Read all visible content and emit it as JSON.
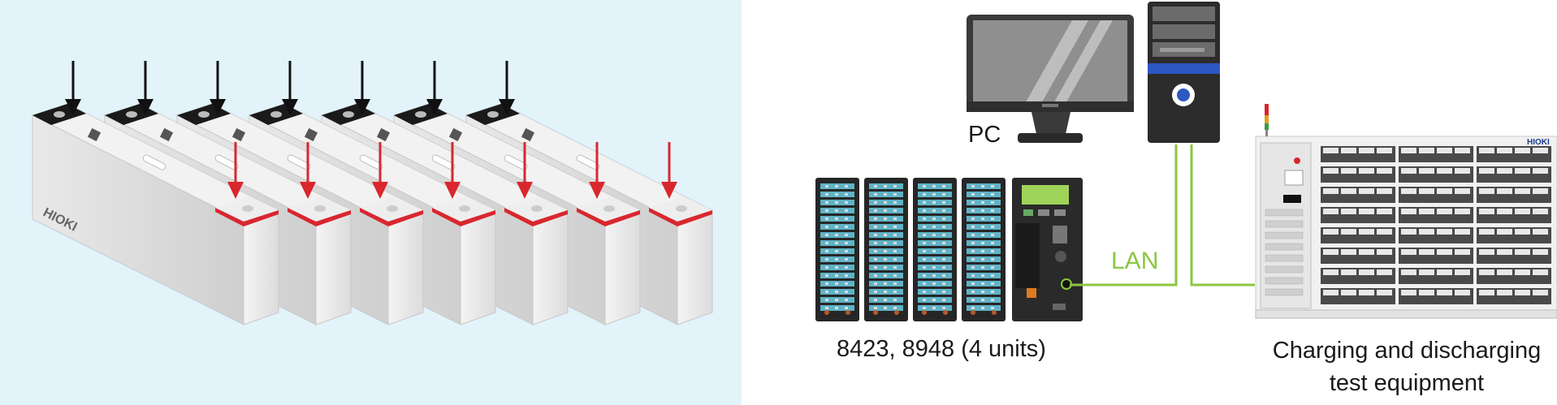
{
  "labels": {
    "pc": "PC",
    "lan": "LAN",
    "logger": "8423, 8948 (4 units)",
    "equipment_line1": "Charging and discharging",
    "equipment_line2": "test equipment"
  },
  "brand": {
    "battery_logo": "HIOKI",
    "equipment_logo": "HIOKI"
  },
  "colors": {
    "panel_background": "#e2f3fa",
    "lan_line": "#8cc63f",
    "terminal_red": "#d9272e",
    "arrow_black": "#111111",
    "arrow_red": "#d9272e"
  },
  "icons": {
    "battery_cells": 7,
    "logger_modules": 4
  }
}
